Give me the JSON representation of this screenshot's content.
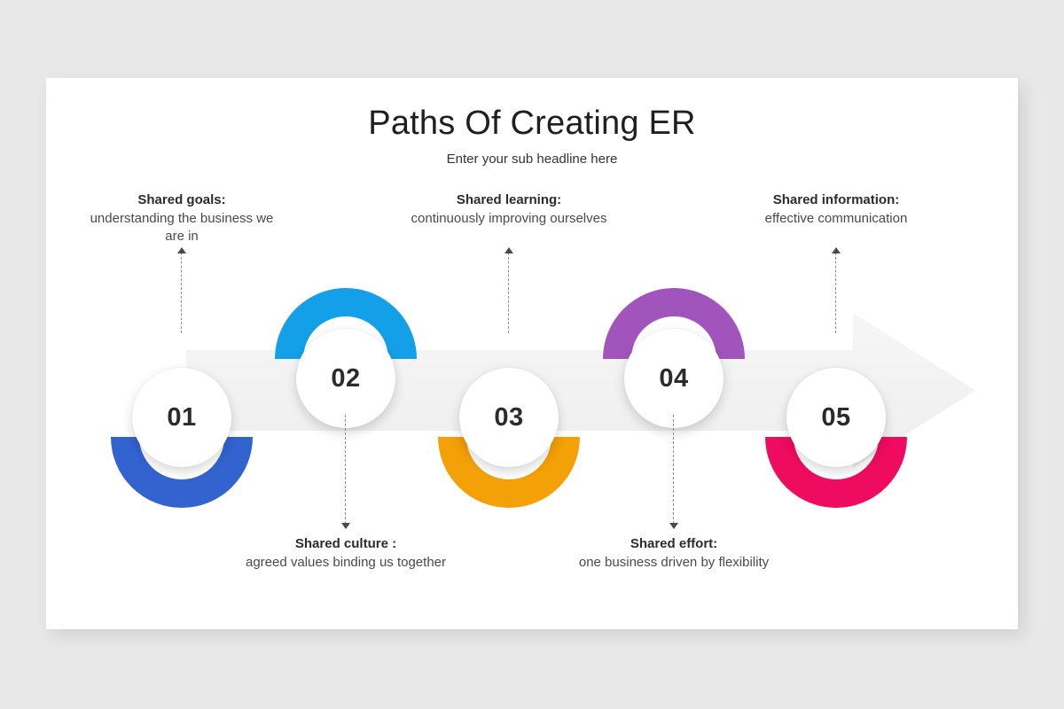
{
  "slide": {
    "title": "Paths Of Creating ER",
    "subtitle": "Enter your sub headline here"
  },
  "colors": {
    "background": "#e8e8e8",
    "card": "#ffffff",
    "arrow": "#f0f0f0",
    "title_text": "#1f1f1f",
    "body_text": "#4a4a4a",
    "connector": "#8d8d8d"
  },
  "arrow": {
    "name": "process-direction-arrow",
    "direction": "right"
  },
  "steps": [
    {
      "number": "01",
      "color": "#3263cf",
      "ring_side": "bottom",
      "caption_position": "above",
      "title": "Shared goals:",
      "body": "understanding the business we are in"
    },
    {
      "number": "02",
      "color": "#14a0e8",
      "ring_side": "top",
      "caption_position": "below",
      "title": "Shared culture :",
      "body": "agreed values binding us together"
    },
    {
      "number": "03",
      "color": "#f4a007",
      "ring_side": "bottom",
      "caption_position": "above",
      "title": "Shared learning:",
      "body": "continuously improving ourselves"
    },
    {
      "number": "04",
      "color": "#a254bd",
      "ring_side": "top",
      "caption_position": "below",
      "title": "Shared effort:",
      "body": "one business driven by flexibility"
    },
    {
      "number": "05",
      "color": "#ef0b60",
      "ring_side": "bottom",
      "caption_position": "above",
      "title": "Shared information:",
      "body": "effective communication"
    }
  ]
}
